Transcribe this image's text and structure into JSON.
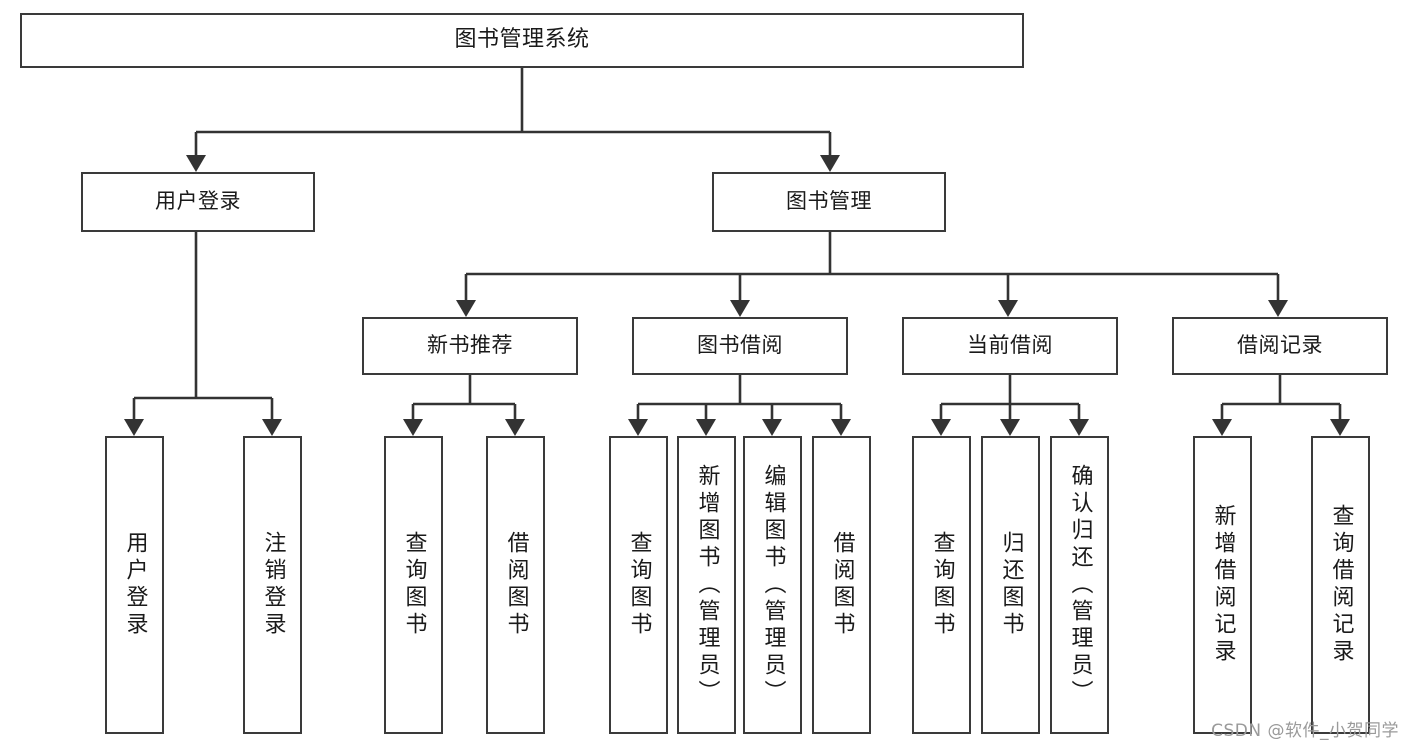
{
  "diagram": {
    "title": "图书管理系统",
    "type": "tree-hierarchy",
    "root": {
      "label": "图书管理系统"
    },
    "level2": [
      {
        "label": "用户登录"
      },
      {
        "label": "图书管理"
      }
    ],
    "level3": [
      {
        "label": "新书推荐"
      },
      {
        "label": "图书借阅"
      },
      {
        "label": "当前借阅"
      },
      {
        "label": "借阅记录"
      }
    ],
    "leaves": {
      "user_login": [
        {
          "label": "用户登录"
        },
        {
          "label": "注销登录"
        }
      ],
      "new_book_recommend": [
        {
          "label": "查询图书"
        },
        {
          "label": "借阅图书"
        }
      ],
      "book_borrow": [
        {
          "label": "查询图书"
        },
        {
          "label": "新增图书（管理员）"
        },
        {
          "label": "编辑图书（管理员）"
        },
        {
          "label": "借阅图书"
        }
      ],
      "current_borrow": [
        {
          "label": "查询图书"
        },
        {
          "label": "归还图书"
        },
        {
          "label": "确认归还（管理员）"
        }
      ],
      "borrow_record": [
        {
          "label": "新增借阅记录"
        },
        {
          "label": "查询借阅记录"
        }
      ]
    }
  },
  "watermark": {
    "text": "CSDN @软件_小贺同学"
  },
  "colors": {
    "box_border": "#3a3a3a",
    "connector": "#333333",
    "background": "#ffffff",
    "text": "#1a1a1a",
    "watermark": "#9a9a9a"
  }
}
